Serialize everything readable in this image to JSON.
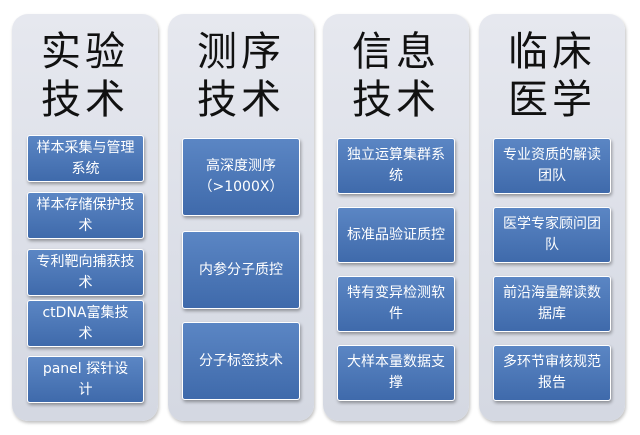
{
  "columns": [
    {
      "title": "实验\n技术",
      "items": [
        "样本采集与管理系统",
        "样本存储保护技术",
        "专利靶向捕获技术",
        "ctDNA富集技术",
        "panel 探针设计"
      ]
    },
    {
      "title": "测序\n技术",
      "items": [
        "高深度测序（>1000X）",
        "内参分子质控",
        "分子标签技术"
      ]
    },
    {
      "title": "信息\n技术",
      "items": [
        "独立运算集群系统",
        "标准品验证质控",
        "特有变异检测软件",
        "大样本量数据支撑"
      ]
    },
    {
      "title": "临床\n医学",
      "items": [
        "专业资质的解读团队",
        "医学专家顾问团队",
        "前沿海量解读数据库",
        "多环节审核规范报告"
      ]
    }
  ]
}
